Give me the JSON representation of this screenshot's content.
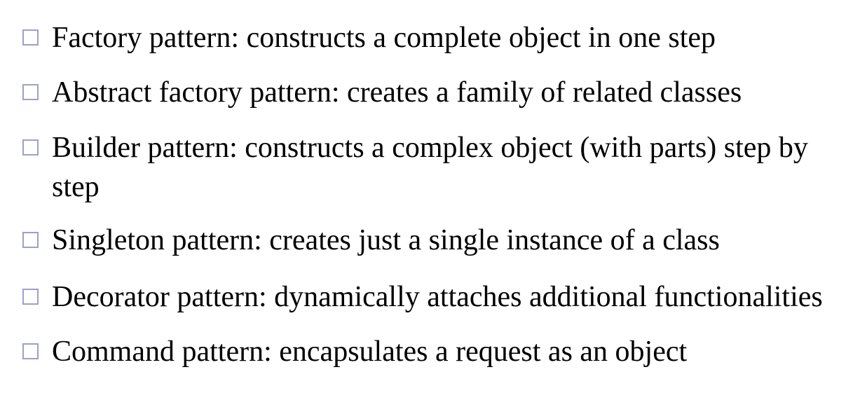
{
  "bullet_color": "#9f9fcc",
  "items": [
    {
      "icon": "hollow-square-bullet",
      "text": "Factory pattern: constructs a complete object in one step"
    },
    {
      "icon": "hollow-square-bullet",
      "text": "Abstract factory pattern: creates a family of related classes"
    },
    {
      "icon": "hollow-square-bullet",
      "text": "Builder pattern: constructs a complex object (with parts) step by step"
    },
    {
      "icon": "hollow-square-bullet",
      "text": "Singleton pattern: creates just a single instance of a class"
    },
    {
      "icon": "hollow-square-bullet",
      "text": "Decorator pattern: dynamically attaches additional functionalities"
    },
    {
      "icon": "hollow-square-bullet",
      "text": "Command pattern: encapsulates a request as an object"
    }
  ]
}
